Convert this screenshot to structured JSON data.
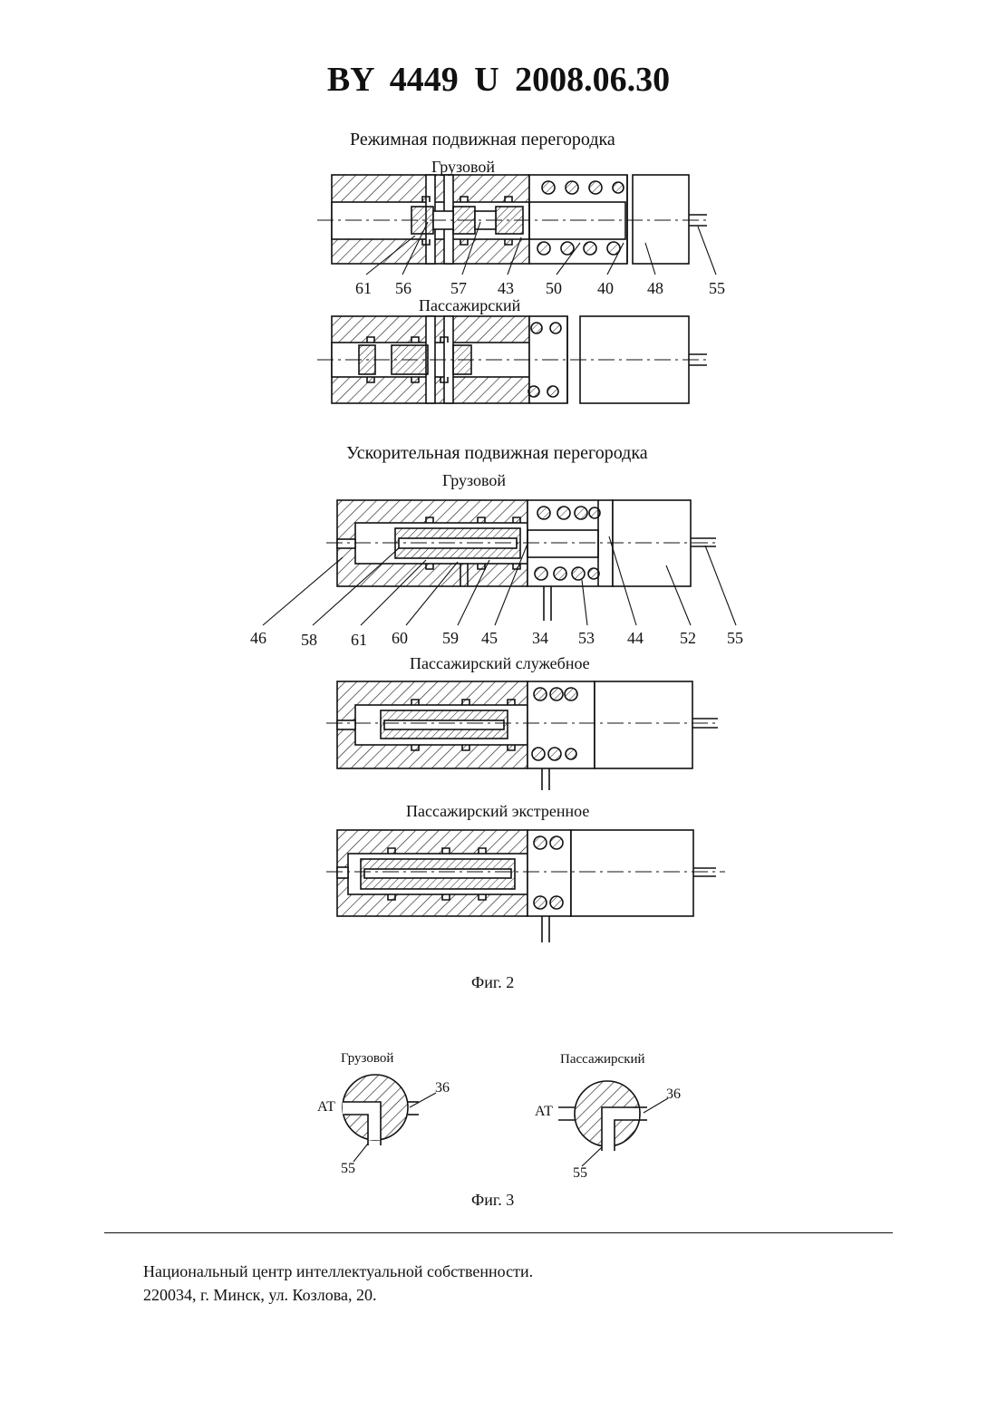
{
  "header": "BY  4449  U  2008.06.30",
  "fig2": {
    "title_mode": "Режимная подвижная перегородка",
    "label_gruzovoy_1": "Грузовой",
    "label_passazhirsky_1": "Пассажирский",
    "title_accel": "Ускорительная подвижная перегородка",
    "label_gruzovoy_2": "Грузовой",
    "label_service": "Пассажирский служебное",
    "label_emergency": "Пассажирский экстренное",
    "callouts_1": [
      "61",
      "56",
      "57",
      "43",
      "50",
      "40",
      "48",
      "55"
    ],
    "callouts_2": [
      "46",
      "58",
      "61",
      "60",
      "59",
      "45",
      "34",
      "53",
      "44",
      "52",
      "55"
    ],
    "caption": "Фиг. 2"
  },
  "fig3": {
    "label_gruzovoy": "Грузовой",
    "label_passazhirsky": "Пассажирский",
    "at_left": "АТ",
    "at_right": "АТ",
    "n36_left": "36",
    "n36_right": "36",
    "n55_left": "55",
    "n55_right": "55",
    "caption": "Фиг. 3"
  },
  "footer": {
    "line1": "Национальный центр интеллектуальной собственности.",
    "line2": "220034, г. Минск, ул. Козлова, 20."
  }
}
